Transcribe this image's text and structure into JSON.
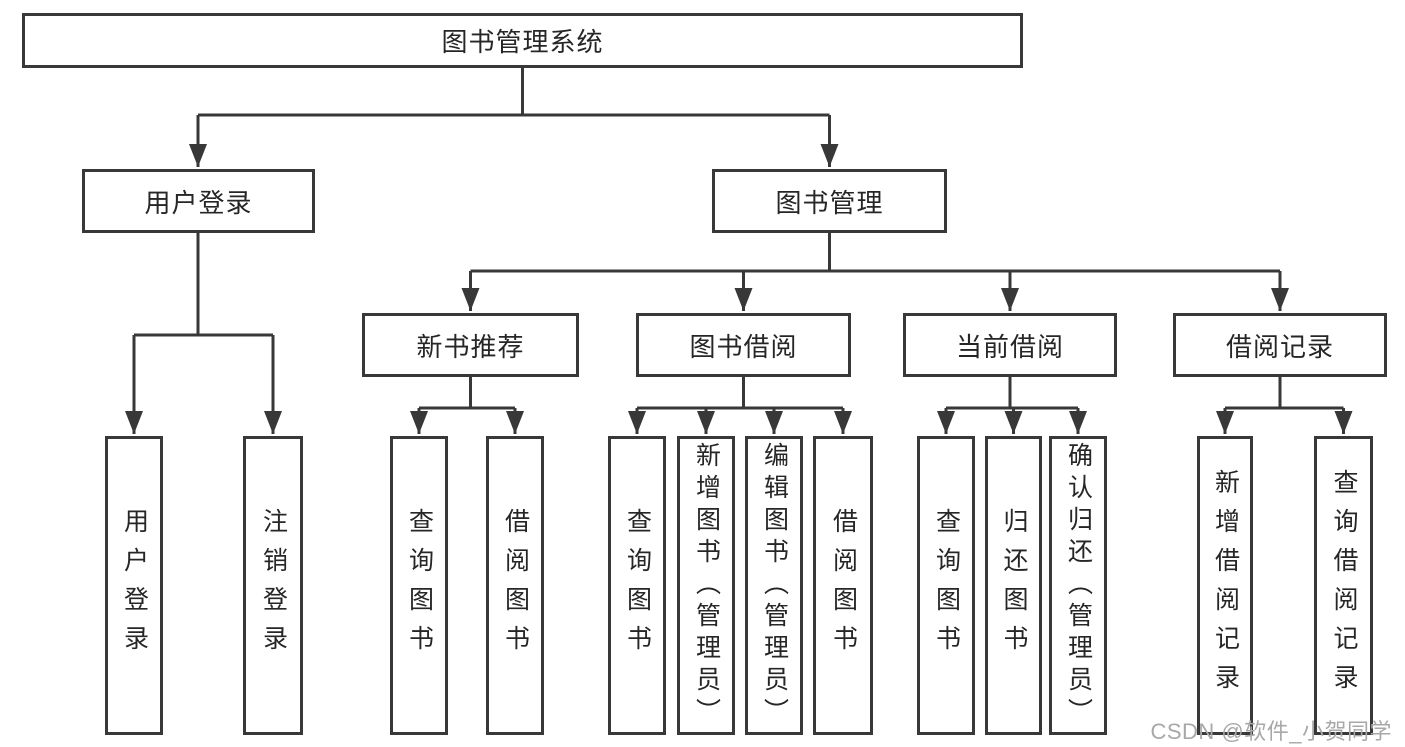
{
  "diagram": {
    "title": "图书管理系统",
    "user_login": {
      "label": "用户登录",
      "children": [
        "用户登录",
        "注销登录"
      ]
    },
    "book_mgmt": {
      "label": "图书管理",
      "sections": [
        {
          "label": "新书推荐",
          "children": [
            "查询图书",
            "借阅图书"
          ]
        },
        {
          "label": "图书借阅",
          "children": [
            "查询图书",
            "新增图书（管理员）",
            "编辑图书（管理员）",
            "借阅图书"
          ]
        },
        {
          "label": "当前借阅",
          "children": [
            "查询图书",
            "归还图书",
            "确认归还（管理员）"
          ]
        },
        {
          "label": "借阅记录",
          "children": [
            "新增借阅记录",
            "查询借阅记录"
          ]
        }
      ]
    },
    "colors": {
      "line": "#383838",
      "text": "#262626",
      "background": "#ffffff",
      "watermark": "#a8a8a8"
    }
  },
  "watermark": {
    "text": "CSDN @软件_小贺同学"
  }
}
